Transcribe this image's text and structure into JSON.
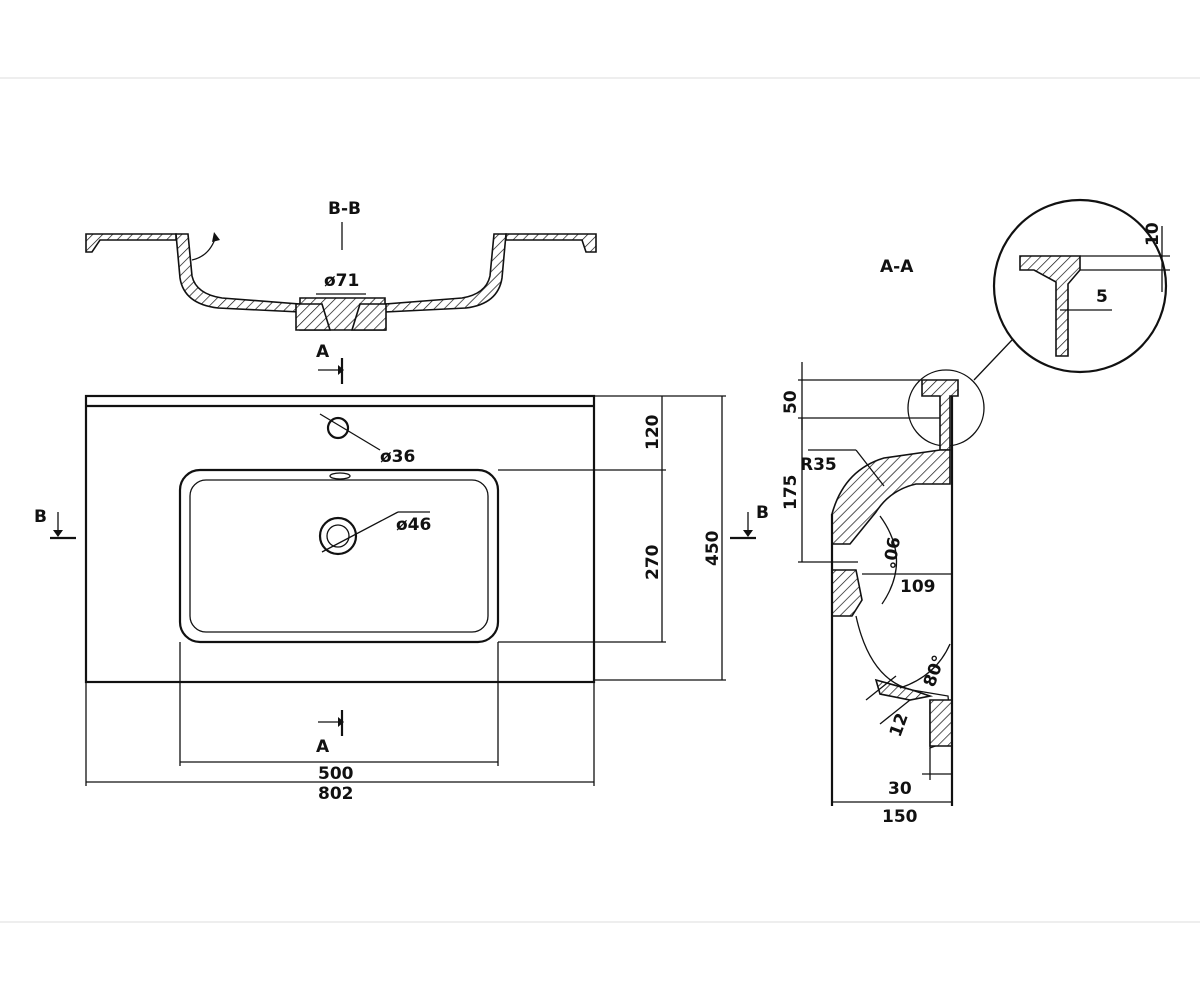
{
  "sections": {
    "bb_title": "B-B",
    "aa_title": "A-A"
  },
  "cut_markers": {
    "a_top": "A",
    "a_bottom": "A",
    "b_left": "B",
    "b_right": "B"
  },
  "dimensions": {
    "drain_bb": "ø71",
    "tap_hole": "ø36",
    "drain": "ø46",
    "top_depth": "120",
    "bowl_depth": "270",
    "total_depth": "450",
    "bowl_width": "500",
    "total_width": "802",
    "detail_10": "10",
    "detail_5": "5",
    "rim_50": "50",
    "depth_175": "175",
    "radius": "R35",
    "angle_90": "90°",
    "d_109": "109",
    "angle_80": "80°",
    "d_12": "12",
    "d_30": "30",
    "d_150": "150"
  }
}
